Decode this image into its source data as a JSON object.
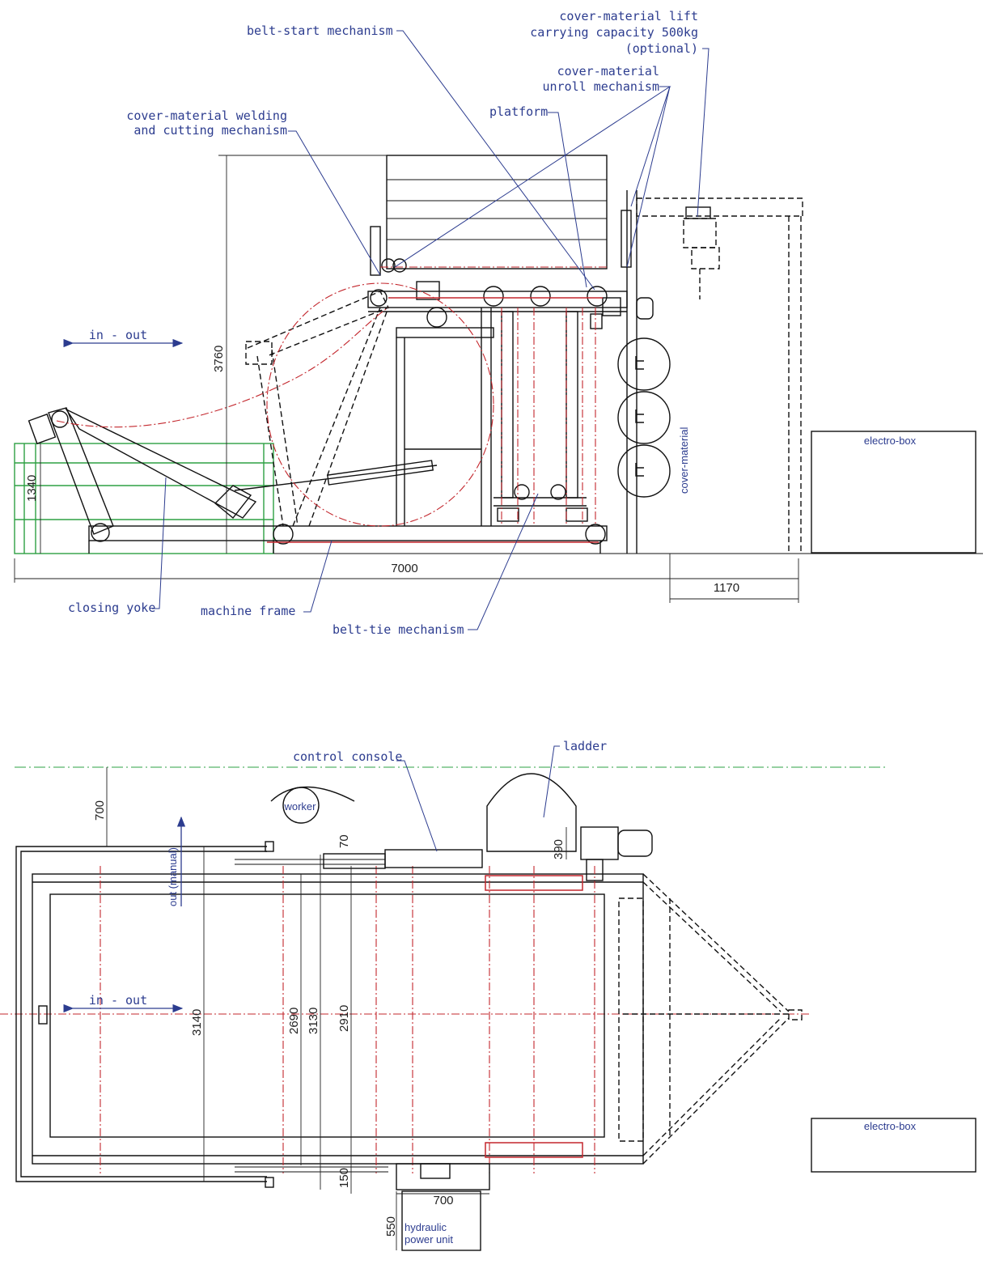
{
  "side_view": {
    "labels": {
      "belt_start": "belt-start mechanism",
      "lift_line1": "cover-material lift",
      "lift_line2": "carrying capacity 500kg",
      "lift_line3": "(optional)",
      "unroll_line1": "cover-material",
      "unroll_line2": "unroll mechanism",
      "platform": "platform",
      "welding_line1": "cover-material welding",
      "welding_line2": "and cutting mechanism",
      "in_out": "in - out",
      "electro_box": "electro-box",
      "cover_material": "cover-material",
      "closing_yoke": "closing yoke",
      "machine_frame": "machine frame",
      "belt_tie": "belt-tie mechanism"
    },
    "dimensions": {
      "height_total": "3760",
      "height_fence": "1340",
      "length_total": "7000",
      "electro_offset": "1170"
    }
  },
  "top_view": {
    "labels": {
      "control_console": "control console",
      "ladder": "ladder",
      "worker": "worker",
      "out_manual": "out (manual)",
      "in_out": "in - out",
      "electro_box": "electro-box",
      "hydraulic_line1": "hydraulic",
      "hydraulic_line2": "power unit"
    },
    "dimensions": {
      "d700_left": "700",
      "d70": "70",
      "d390": "390",
      "d3140": "3140",
      "d2690": "2690",
      "d3130": "3130",
      "d2910": "2910",
      "d150": "150",
      "d700_bottom": "700",
      "d550": "550"
    }
  },
  "colors": {
    "annotation_blue": "#2c3c8f",
    "hidden_red": "#c3272d",
    "fence_green": "#2ea043",
    "outline_black": "#111111"
  }
}
